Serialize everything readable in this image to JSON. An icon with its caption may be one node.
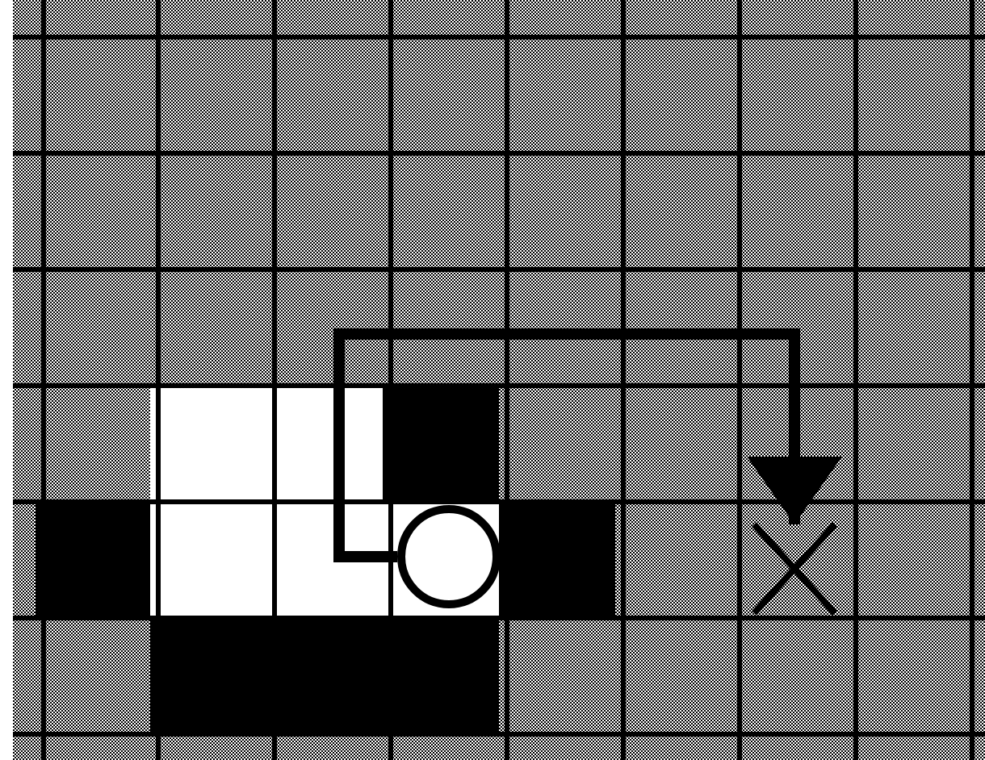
{
  "diagram": {
    "nodes": [
      {
        "text": [],
        "shape": "circle"
      },
      {
        "text": [],
        "shape": "cross"
      }
    ],
    "edges": [
      {
        "from": 0,
        "to": 1,
        "arrow": "to"
      }
    ]
  }
}
